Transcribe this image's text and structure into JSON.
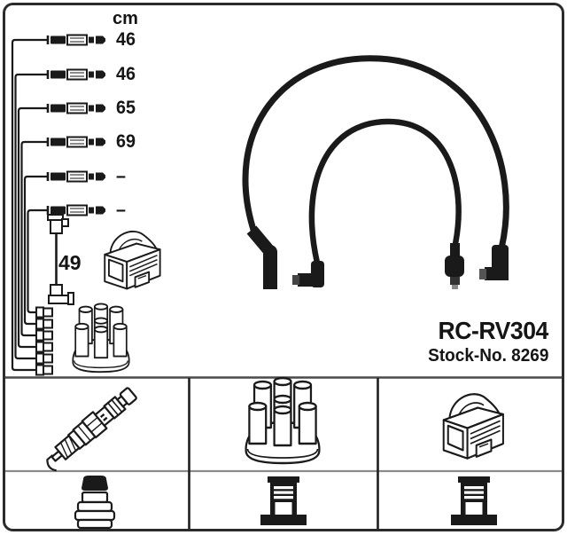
{
  "product": {
    "code": "RC-RV304",
    "stock": "Stock-No. 8269"
  },
  "header": {
    "unit": "cm"
  },
  "cables": [
    {
      "length": "46"
    },
    {
      "length": "46"
    },
    {
      "length": "65"
    },
    {
      "length": "69"
    },
    {
      "length": "–"
    },
    {
      "length": "–"
    }
  ],
  "coil_wire": {
    "length": "49"
  },
  "legend": {
    "row1_icons": [
      "spark-plug",
      "distributor-cap",
      "ignition-coil"
    ],
    "row2_icons": [
      "terminal-nut",
      "plug-connector",
      "plug-connector"
    ]
  },
  "colors": {
    "ink": "#1a1a1a",
    "frame": "#2b2b2b",
    "section_divider": "#4a4a4a",
    "sub_divider": "#8c8c8c",
    "background": "#ffffff"
  }
}
